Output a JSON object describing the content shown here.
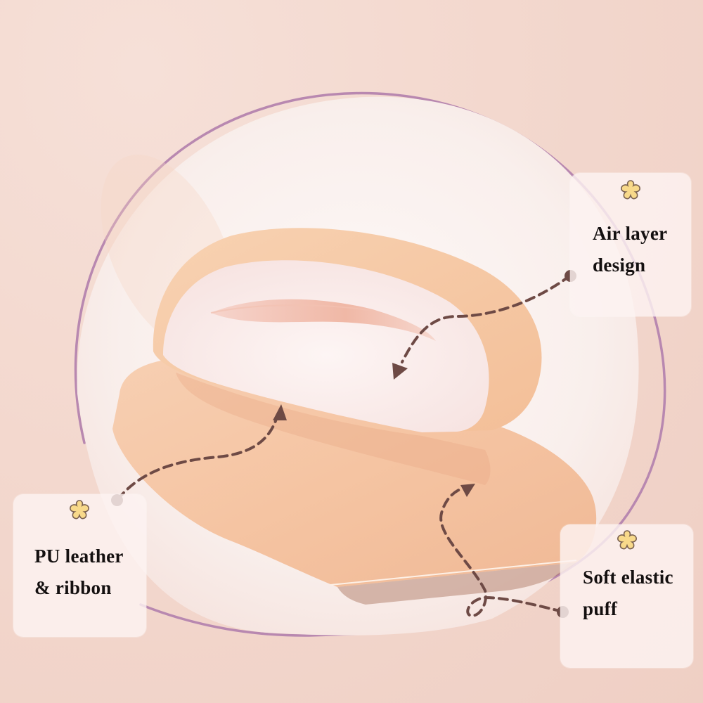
{
  "colors": {
    "background": "#f3d8ce",
    "circle_fill": "#fbf4f2",
    "ring_stroke": "#b888b0",
    "puff_outer": "#f5c7a4",
    "puff_inner": "#fbeeee",
    "arrow": "#6e4a45",
    "card_bg": "#fdf3f1",
    "flower_fill": "#f8d98a",
    "flower_stroke": "#7a6150",
    "text": "#141010"
  },
  "callouts": [
    {
      "id": "air-layer",
      "line1": "Air layer",
      "line2": "design",
      "icon": "flower-icon"
    },
    {
      "id": "pu-leather",
      "line1": "PU leather",
      "line2": "& ribbon",
      "icon": "flower-icon"
    },
    {
      "id": "soft-elastic",
      "line1": "Soft elastic",
      "line2": "puff",
      "icon": "flower-icon"
    }
  ]
}
